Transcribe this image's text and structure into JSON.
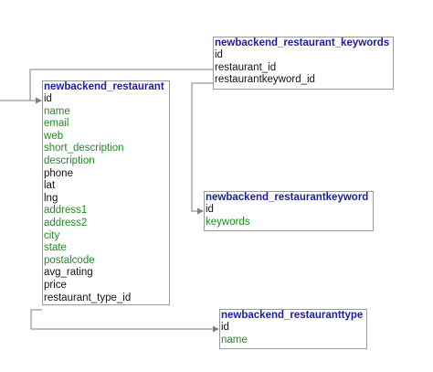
{
  "colors": {
    "title": "#1c1c9c",
    "plain_column": "#111111",
    "nullable_column": "#1d8c1d",
    "border": "#9a9a9a",
    "link": "#7f7f7f"
  },
  "tables": {
    "restaurant": {
      "name": "newbackend_restaurant",
      "columns": [
        {
          "name": "id",
          "kind": "plain"
        },
        {
          "name": "name",
          "kind": "nullable"
        },
        {
          "name": "email",
          "kind": "nullable"
        },
        {
          "name": "web",
          "kind": "nullable"
        },
        {
          "name": "short_description",
          "kind": "nullable"
        },
        {
          "name": "description",
          "kind": "nullable"
        },
        {
          "name": "phone",
          "kind": "plain"
        },
        {
          "name": "lat",
          "kind": "plain"
        },
        {
          "name": "lng",
          "kind": "plain"
        },
        {
          "name": "address1",
          "kind": "nullable"
        },
        {
          "name": "address2",
          "kind": "nullable"
        },
        {
          "name": "city",
          "kind": "nullable"
        },
        {
          "name": "state",
          "kind": "nullable"
        },
        {
          "name": "postalcode",
          "kind": "nullable"
        },
        {
          "name": "avg_rating",
          "kind": "plain"
        },
        {
          "name": "price",
          "kind": "plain"
        },
        {
          "name": "restaurant_type_id",
          "kind": "plain"
        }
      ]
    },
    "restaurant_keywords": {
      "name": "newbackend_restaurant_keywords",
      "columns": [
        {
          "name": "id",
          "kind": "plain"
        },
        {
          "name": "restaurant_id",
          "kind": "plain"
        },
        {
          "name": "restaurantkeyword_id",
          "kind": "plain"
        }
      ]
    },
    "restaurantkeyword": {
      "name": "newbackend_restaurantkeyword",
      "columns": [
        {
          "name": "id",
          "kind": "plain"
        },
        {
          "name": "keywords",
          "kind": "nullable"
        }
      ]
    },
    "restauranttype": {
      "name": "newbackend_restauranttype",
      "columns": [
        {
          "name": "id",
          "kind": "plain"
        },
        {
          "name": "name",
          "kind": "nullable"
        }
      ]
    }
  }
}
